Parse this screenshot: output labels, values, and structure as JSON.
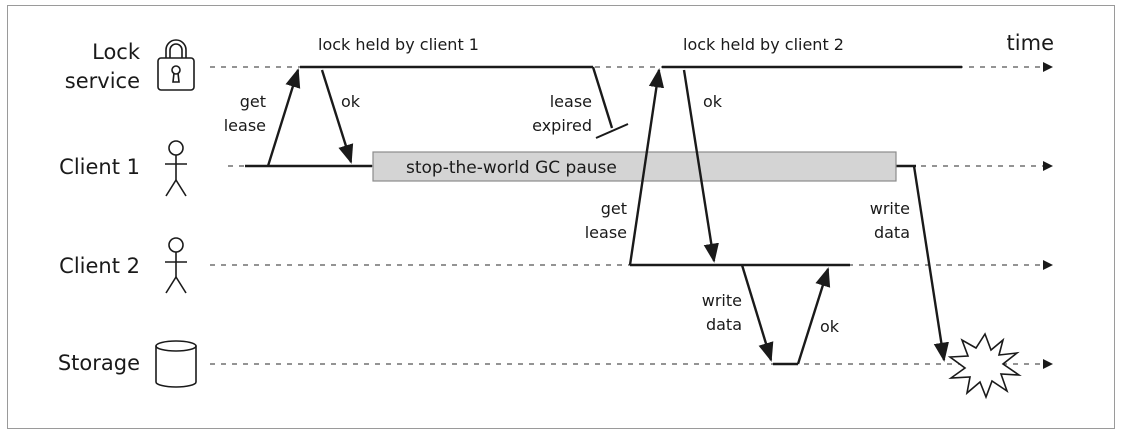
{
  "lanes": {
    "lock_service": [
      "Lock",
      "service"
    ],
    "client1": "Client 1",
    "client2": "Client 2",
    "storage": "Storage"
  },
  "time_label": "time",
  "spans": {
    "lock_held_client1": "lock held by client 1",
    "lock_held_client2": "lock held by client 2",
    "gc_pause": "stop-the-world GC pause"
  },
  "messages": {
    "get_lease_1": [
      "get",
      "lease"
    ],
    "ok_1": "ok",
    "lease_expired": [
      "lease",
      "expired"
    ],
    "get_lease_2": [
      "get",
      "lease"
    ],
    "ok_2": "ok",
    "write_data_2": [
      "write",
      "data"
    ],
    "ok_3": "ok",
    "write_data_1": [
      "write",
      "data"
    ]
  },
  "colors": {
    "line": "#1a1a1a",
    "dashed": "#555555",
    "gc_fill": "#d4d4d4",
    "gc_stroke": "#8c8c8c",
    "frame": "#9a9a9a"
  },
  "icons": {
    "lock_service": "padlock-icon",
    "client1": "person-icon",
    "client2": "person-icon",
    "storage": "database-cylinder-icon",
    "conflict": "explosion-icon"
  }
}
